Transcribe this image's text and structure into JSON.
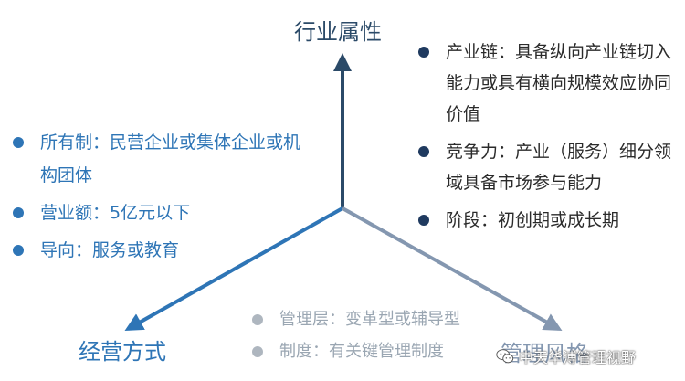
{
  "axes": {
    "top_label": "行业属性",
    "left_label": "经营方式",
    "right_label": "管理风格"
  },
  "industry_attributes": [
    {
      "text": "产业链：具备纵向产业链切入能力或具有横向规模效应协同价值"
    },
    {
      "text": "竞争力：产业（服务）细分领域具备市场参与能力"
    },
    {
      "text": "阶段：初创期或成长期"
    }
  ],
  "business_mode": [
    {
      "text": "所有制：民营企业或集体企业或机构团体"
    },
    {
      "text": "营业额：5亿元以下"
    },
    {
      "text": "导向：服务或教育"
    }
  ],
  "management_style": [
    {
      "text": "管理层：变革型或辅导型"
    },
    {
      "text": "制度：有关键管理制度"
    }
  ],
  "watermark": {
    "icon": "wechat-icon",
    "text": "中天华溥管理视野"
  },
  "colors": {
    "top_axis": "#2b4a68",
    "left_axis": "#2e75b6",
    "right_axis": "#8497b0"
  }
}
